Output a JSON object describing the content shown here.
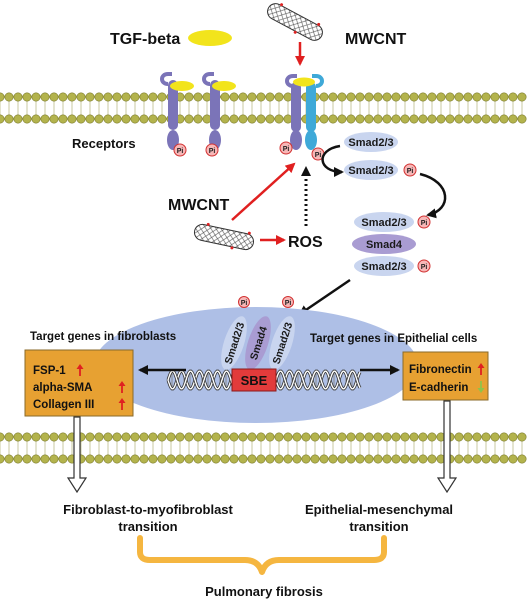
{
  "labels": {
    "tgf": "TGF-beta",
    "mwcnt_top": "MWCNT",
    "mwcnt_mid": "MWCNT",
    "receptors": "Receptors",
    "ros": "ROS",
    "smad23": "Smad2/3",
    "smad4": "Smad4",
    "pi": "Pi",
    "sbe": "SBE",
    "target_fib": "Target genes in fibroblasts",
    "target_epi": "Target genes in Epithelial cells",
    "fib_genes": [
      "FSP-1",
      "alpha-SMA",
      "Collagen III"
    ],
    "epi_genes": [
      "Fibronectin",
      "E-cadherin"
    ],
    "outcome_fib_1": "Fibroblast-to-myofibroblast",
    "outcome_fib_2": "transition",
    "outcome_epi_1": "Epithelial-mesenchymal",
    "outcome_epi_2": "transition",
    "final": "Pulmonary fibrosis"
  },
  "gene_regulation": {
    "fibroblasts": [
      "up",
      "up",
      "up"
    ],
    "epithelial": [
      "up",
      "down"
    ]
  },
  "colors": {
    "membrane_head": "#b3b34d",
    "receptor": "#7b74b8",
    "tgf": "#f2e41c",
    "smad23": "#c9d5ef",
    "smad4": "#a99cd2",
    "nucleus": "#aebfe6",
    "gene_box": "#e7a132",
    "sbe": "#e23b3b",
    "arrow_red": "#e02020",
    "brace": "#f5b640",
    "pi_fill": "#f7b7b7",
    "pi_stroke": "#d23232"
  }
}
